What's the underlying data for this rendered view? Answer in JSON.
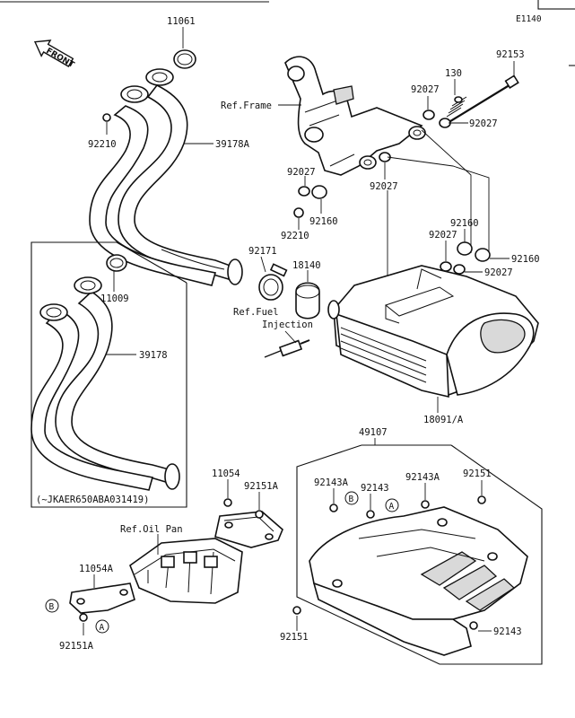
{
  "diagram": {
    "section_code": "E1140",
    "front_label": "FRONT",
    "serial_note": "(~JKAER650ABA031419)",
    "ref_labels": {
      "frame": "Ref.Frame",
      "fuel_injection_line1": "Ref.Fuel",
      "fuel_injection_line2": "Injection",
      "oil_pan": "Ref.Oil Pan"
    },
    "part_numbers": {
      "p11061": "11061",
      "p92210_top": "92210",
      "p39178A": "39178A",
      "p11009": "11009",
      "p39178": "39178",
      "p92153": "92153",
      "p130": "130",
      "p92027_a": "92027",
      "p92027_b": "92027",
      "p92027_c": "92027",
      "p92027_d": "92027",
      "p92027_e": "92027",
      "p92027_f": "92027",
      "p92210_mid": "92210",
      "p92160_a": "92160",
      "p92160_b": "92160",
      "p92160_c": "92160",
      "p92171": "92171",
      "p18140": "18140",
      "p18091A": "18091/A",
      "p49107": "49107",
      "p92143A_a": "92143A",
      "p92143_a": "92143",
      "p92143A_b": "92143A",
      "p92151_a": "92151",
      "p11054": "11054",
      "p92151A_a": "92151A",
      "p11054A": "11054A",
      "p92151A_b": "92151A",
      "p92151_b": "92151",
      "p92143_b": "92143"
    },
    "callouts": {
      "A": "A",
      "B": "B"
    }
  }
}
